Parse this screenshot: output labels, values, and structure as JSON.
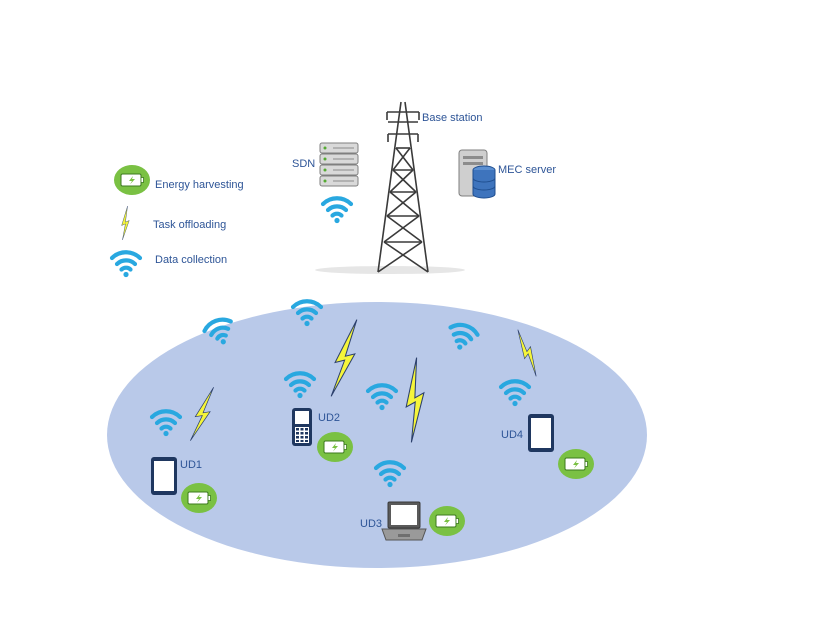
{
  "legend": {
    "energy_harvesting": "Energy harvesting",
    "task_offloading": "Task offloading",
    "data_collection": "Data collection"
  },
  "infrastructure": {
    "sdn": "SDN",
    "base_station": "Base station",
    "mec_server": "MEC server"
  },
  "devices": {
    "ud1": "UD1",
    "ud2": "UD2",
    "ud3": "UD3",
    "ud4": "UD4"
  },
  "colors": {
    "coverage_area": "#b9c9e9",
    "wifi": "#29a8e0",
    "lightning": "#f5f53a",
    "battery_badge": "#7ac143",
    "device": "#1f3760",
    "label": "#2e5597"
  }
}
